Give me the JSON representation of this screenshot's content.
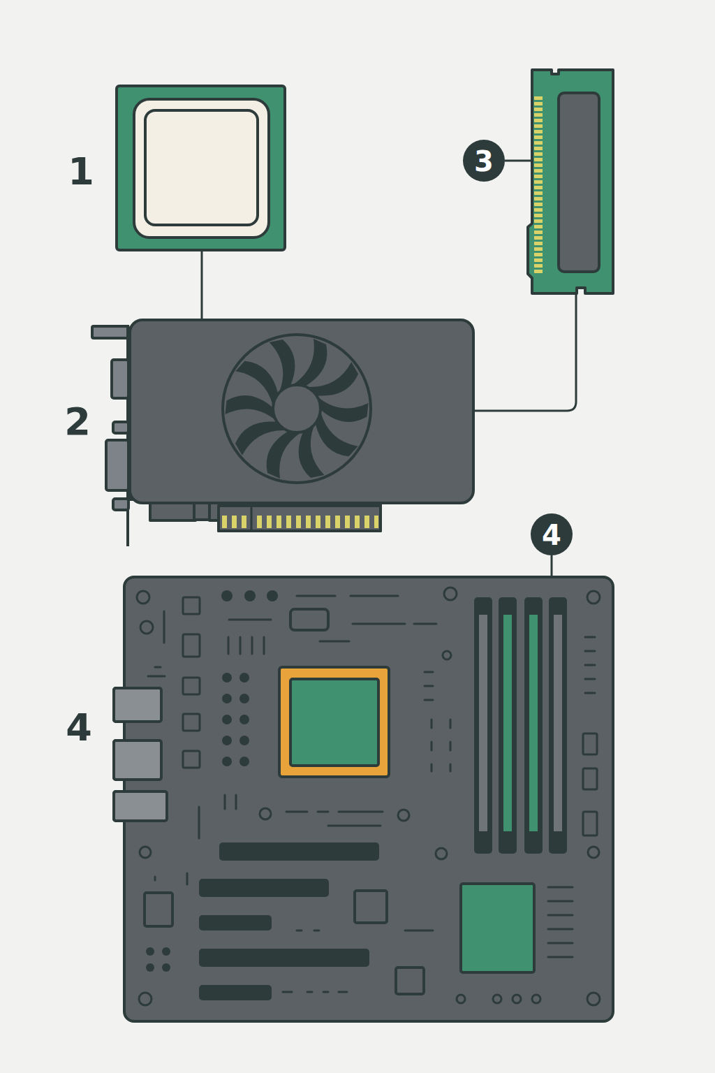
{
  "diagram": {
    "labels": [
      "1",
      "3",
      "2",
      "4",
      "4"
    ]
  }
}
